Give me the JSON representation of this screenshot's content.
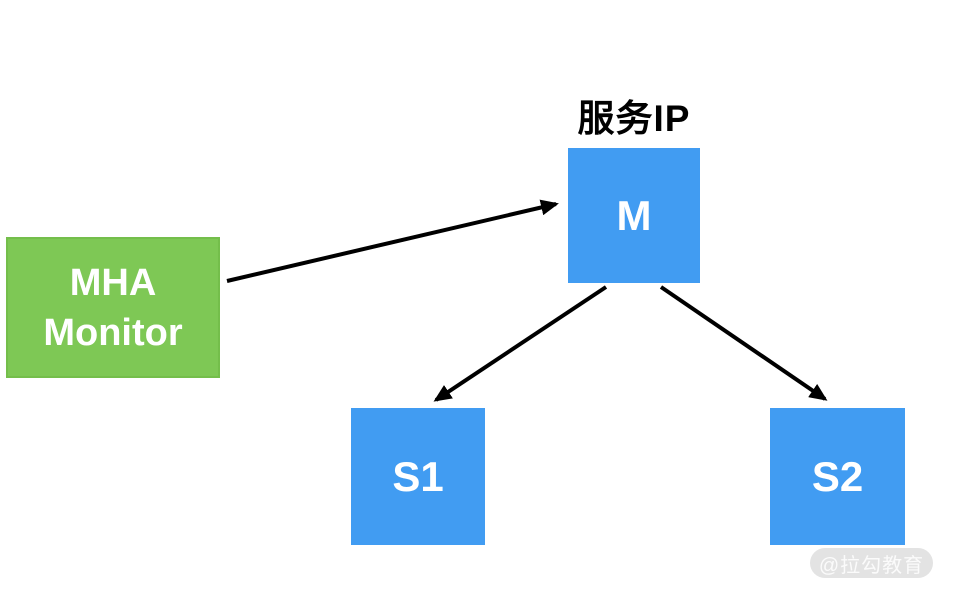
{
  "colors": {
    "node_blue": "#419CF2",
    "node_green": "#7EC855",
    "arrow_black": "#000000",
    "title_text": "#000000",
    "watermark_bg": "#E3E3E3",
    "watermark_text": "#FBFBFB",
    "background": "#FFFFFF"
  },
  "diagram": {
    "service_ip_label": "服务IP",
    "monitor_node": {
      "label": "MHA\nMonitor"
    },
    "master_node": {
      "label": "M"
    },
    "slave1_node": {
      "label": "S1"
    },
    "slave2_node": {
      "label": "S2"
    },
    "edges": [
      {
        "from": "mha-monitor",
        "to": "master"
      },
      {
        "from": "master",
        "to": "slave1"
      },
      {
        "from": "master",
        "to": "slave2"
      }
    ]
  },
  "watermark": {
    "label": "@拉勾教育"
  }
}
